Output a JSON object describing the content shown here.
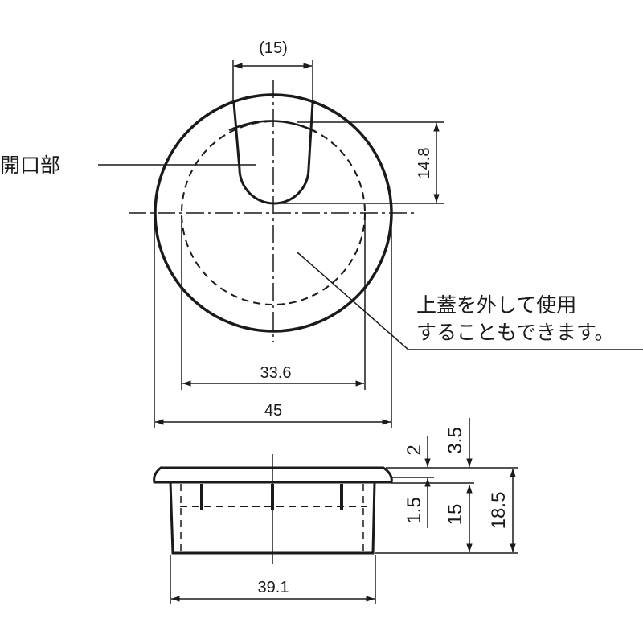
{
  "labels": {
    "opening": "開口部",
    "note_line1": "上蓋を外して使用",
    "note_line2": "することもできます。"
  },
  "dimensions": {
    "slot_width": "(15)",
    "slot_depth": "14.8",
    "inner_diameter": "33.6",
    "outer_diameter": "45",
    "body_diameter": "39.1",
    "cap_offset": "2",
    "cap_thickness": "3.5",
    "rib": "1.5",
    "body_height": "15",
    "total_height": "18.5"
  },
  "colors": {
    "line": "#1a1a1a",
    "background": "#ffffff"
  }
}
